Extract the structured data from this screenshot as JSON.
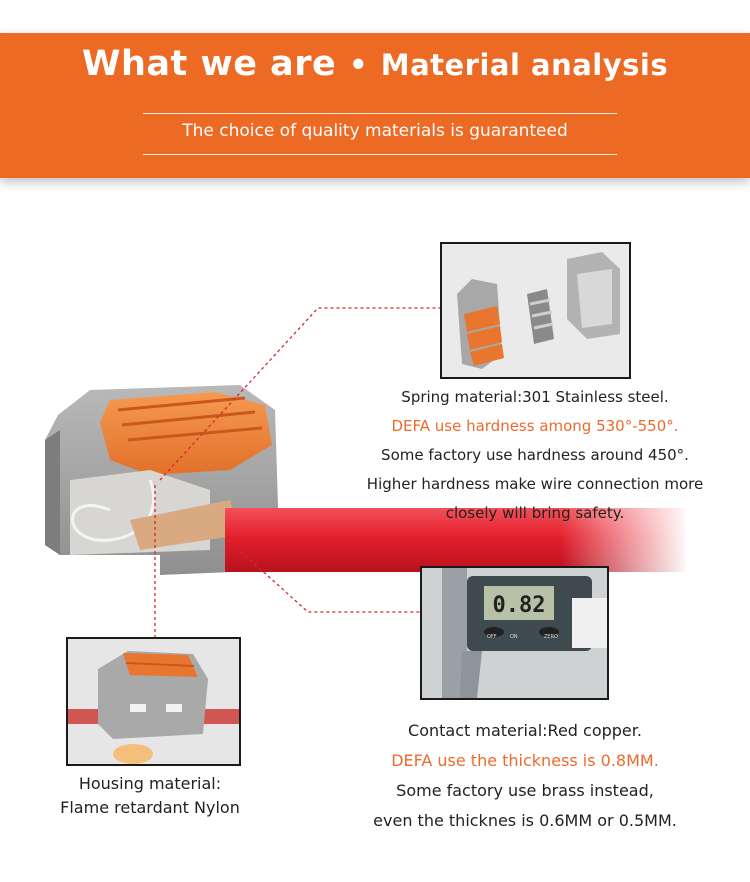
{
  "header": {
    "title_part1": "What we are",
    "bullet": "•",
    "title_part2": "Material analysis",
    "subtitle": "The choice of quality materials is guaranteed"
  },
  "spring": {
    "line1": "Spring material:301 Stainless steel.",
    "line2": "DEFA use hardness among 530°-550°.",
    "line3": "Some factory use hardness around 450°.",
    "line4": "Higher hardness make wire connection more",
    "line5": "closely will bring safety."
  },
  "caliper": {
    "display": "0.82",
    "btn_off": "OFF",
    "btn_on": "ON",
    "btn_zero": "ZERO"
  },
  "contact": {
    "line1": "Contact material:Red copper.",
    "line2": "DEFA use the thickness is 0.8MM.",
    "line3": "Some factory use brass instead,",
    "line4": "even the thicknes is 0.6MM or 0.5MM."
  },
  "housing": {
    "line1": "Housing material:",
    "line2": "Flame retardant Nylon"
  },
  "colors": {
    "accent": "#ed6a25",
    "highlight_text": "#ee6a2c",
    "leader_line": "#d8252c",
    "wire": "#e3202d"
  }
}
